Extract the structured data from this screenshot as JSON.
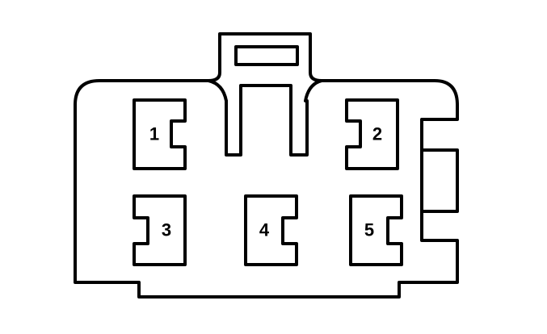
{
  "connector": {
    "stroke_color": "#000000",
    "background_color": "#ffffff",
    "terminals": [
      {
        "label": "1"
      },
      {
        "label": "2"
      },
      {
        "label": "3"
      },
      {
        "label": "4"
      },
      {
        "label": "5"
      }
    ]
  }
}
